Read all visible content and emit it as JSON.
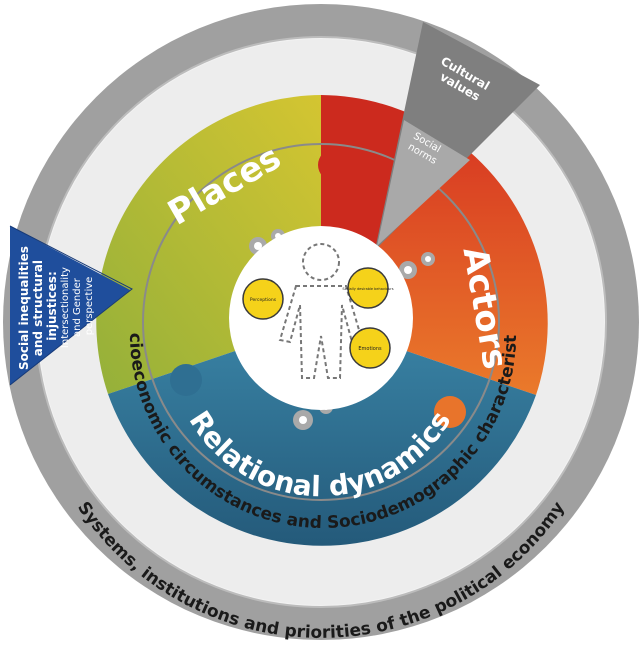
{
  "sectors": {
    "places": "Places",
    "actors": "Actors",
    "relational": "Relational dynamics"
  },
  "rings": {
    "inner": "Socioeconomic circumstances and Sociodemographic characteristics",
    "outer": "Systems, institutions and priorities of the political economy"
  },
  "wedges": {
    "cultural": [
      "Cultural",
      "values"
    ],
    "social": [
      "Social",
      "norms"
    ],
    "inequalities": {
      "title": [
        "Social inequalities",
        "and structural",
        "injustices:"
      ],
      "sub": [
        "Intersectionality",
        "and Gender",
        "perspective"
      ]
    }
  },
  "center": {
    "bubbles": [
      "Perceptions",
      "Socially desirable behaviours",
      "Emotions"
    ]
  },
  "colors": {
    "outer_ring": "#9b9b9b",
    "inner_ring": "#e8e8e8",
    "places": "#b8c234",
    "actors": "#e4682a",
    "actors_top": "#cc2a1e",
    "relational": "#2f6f92",
    "inequalities": "#1f4e9c",
    "wedge_gray": "#808080",
    "bubble": "#f5d21a"
  }
}
